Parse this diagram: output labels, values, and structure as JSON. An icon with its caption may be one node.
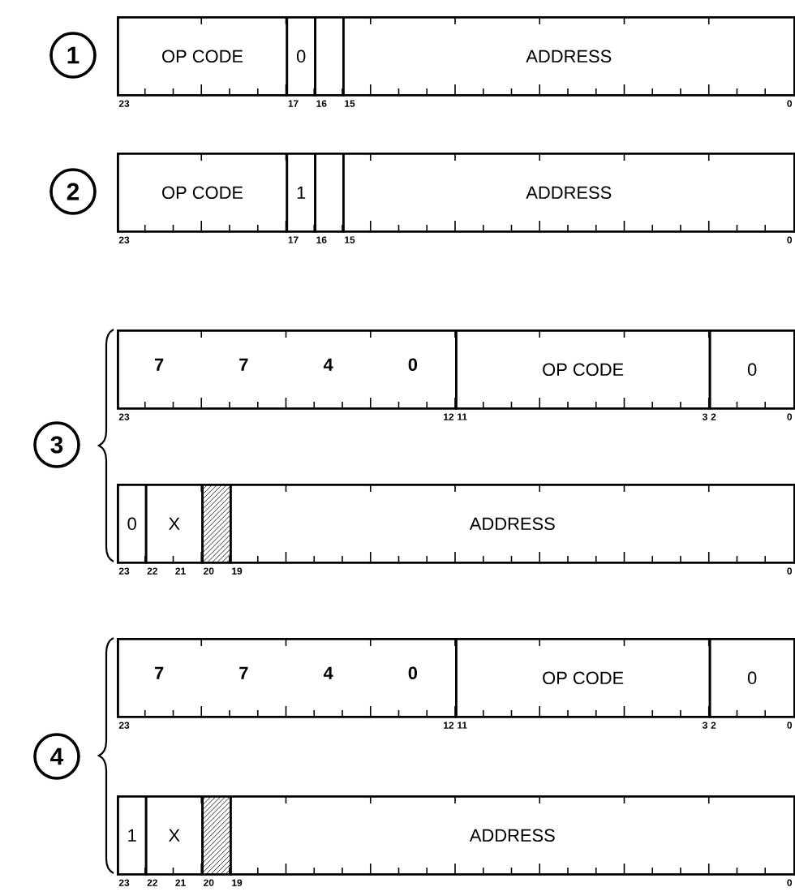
{
  "diagram": {
    "nodes": [
      {
        "text": [
          "1"
        ]
      },
      {
        "text": [],
        "shape": "box",
        "beside": [
          "23",
          "17",
          "16",
          "15",
          "0"
        ]
      },
      {
        "text": [
          "OP CODE"
        ],
        "in": 1
      },
      {
        "text": [
          "0"
        ],
        "in": 1
      },
      {
        "text": [],
        "shape": "box",
        "in": 1
      },
      {
        "text": [
          "ADDRESS"
        ],
        "in": 1
      },
      {
        "text": [
          "2"
        ]
      },
      {
        "text": [],
        "shape": "box",
        "beside": [
          "23",
          "17",
          "16",
          "15",
          "0"
        ]
      },
      {
        "text": [
          "OP CODE"
        ],
        "in": 7
      },
      {
        "text": [
          "1"
        ],
        "in": 7
      },
      {
        "text": [],
        "shape": "box",
        "in": 7
      },
      {
        "text": [
          "ADDRESS"
        ],
        "in": 7
      },
      {
        "text": [
          "3"
        ]
      },
      {
        "text": [],
        "shape": "box",
        "beside": [
          "23",
          "12",
          "11",
          "3",
          "2",
          "0"
        ]
      },
      {
        "text": [
          "7",
          "7",
          "4",
          "0"
        ],
        "in": 13
      },
      {
        "text": [
          "OP CODE"
        ],
        "in": 13
      },
      {
        "text": [
          "0"
        ],
        "in": 13
      },
      {
        "text": [],
        "shape": "box",
        "beside": [
          "23",
          "22",
          "21",
          "20",
          "19",
          "0"
        ]
      },
      {
        "text": [
          "0"
        ],
        "in": 17
      },
      {
        "text": [
          "X"
        ],
        "in": 17
      },
      {
        "text": [],
        "shape": "box",
        "in": 17
      },
      {
        "text": [
          "ADDRESS"
        ],
        "in": 17
      },
      {
        "text": [
          "4"
        ]
      },
      {
        "text": [],
        "shape": "box",
        "beside": [
          "23",
          "12",
          "11",
          "3",
          "2",
          "0"
        ]
      },
      {
        "text": [
          "7",
          "7",
          "4",
          "0"
        ],
        "in": 23
      },
      {
        "text": [
          "OP CODE"
        ],
        "in": 23
      },
      {
        "text": [
          "0"
        ],
        "in": 23
      },
      {
        "text": [],
        "shape": "box",
        "beside": [
          "23",
          "22",
          "21",
          "20",
          "19",
          "0"
        ]
      },
      {
        "text": [
          "1"
        ],
        "in": 27
      },
      {
        "text": [
          "X"
        ],
        "in": 27
      },
      {
        "text": [],
        "shape": "box",
        "in": 27
      },
      {
        "text": [
          "ADDRESS"
        ],
        "in": 27
      }
    ],
    "edges": []
  }
}
